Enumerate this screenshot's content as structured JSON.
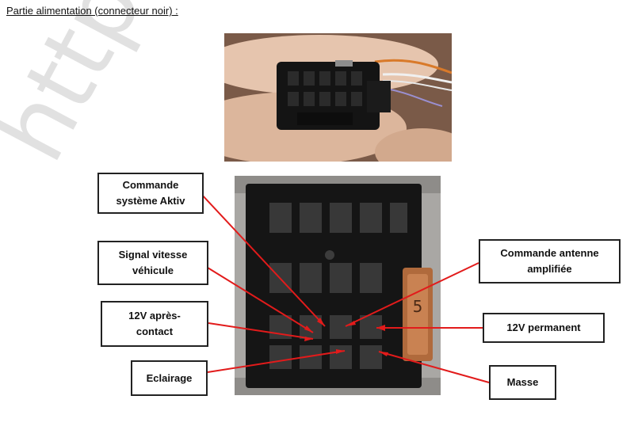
{
  "heading": "Partie alimentation (connecteur noir) :",
  "watermark": "http://tech",
  "fuse_number": "5",
  "labels": {
    "commande_systeme": "Commande\nsystème Aktiv",
    "signal_vitesse": "Signal vitesse\nvéhicule",
    "v12_apres_contact": "12V après-\ncontact",
    "eclairage": "Eclairage",
    "commande_antenne": "Commande antenne\namplifiée",
    "v12_permanent": "12V permanent",
    "masse": "Masse"
  },
  "colors": {
    "callout_line": "#e21b1b",
    "connector": "#151515"
  }
}
